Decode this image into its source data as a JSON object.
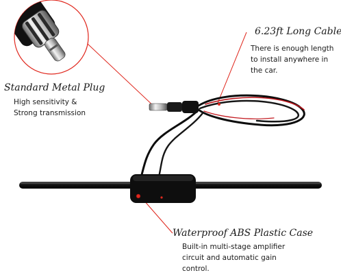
{
  "callouts": {
    "plug": {
      "title": "Standard Metal Plug",
      "lines": [
        "High sensitivity &",
        "Strong transmission"
      ]
    },
    "cable": {
      "title": "6.23ft Long Cable",
      "lines": [
        "There is enough length",
        "to install anywhere in",
        "the car."
      ]
    },
    "case": {
      "title": "Waterproof ABS Plastic Case",
      "lines": [
        "Built-in multi-stage amplifier",
        "circuit and automatic gain",
        "control."
      ]
    }
  },
  "colors": {
    "accent": "#e0281e",
    "antenna": "#111111",
    "text": "#1a1a1a"
  }
}
